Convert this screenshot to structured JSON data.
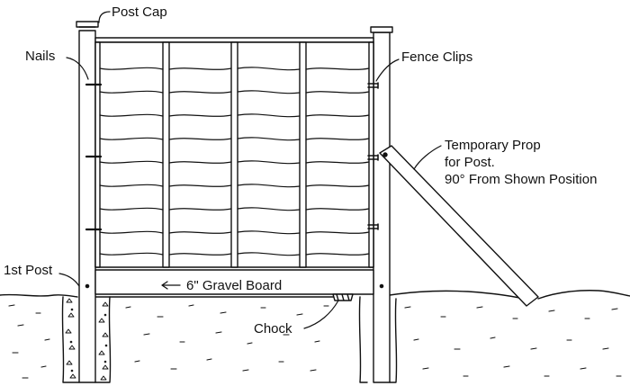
{
  "labels": {
    "post_cap": "Post Cap",
    "nails": "Nails",
    "fence_clips": "Fence Clips",
    "prop_line1": "Temporary Prop",
    "prop_line2": "for Post.",
    "prop_line3": "90° From Shown Position",
    "first_post": "1st Post",
    "gravel_board": "6\" Gravel Board",
    "chock": "Chock"
  },
  "colors": {
    "ink": "#111111",
    "paper": "#ffffff"
  }
}
